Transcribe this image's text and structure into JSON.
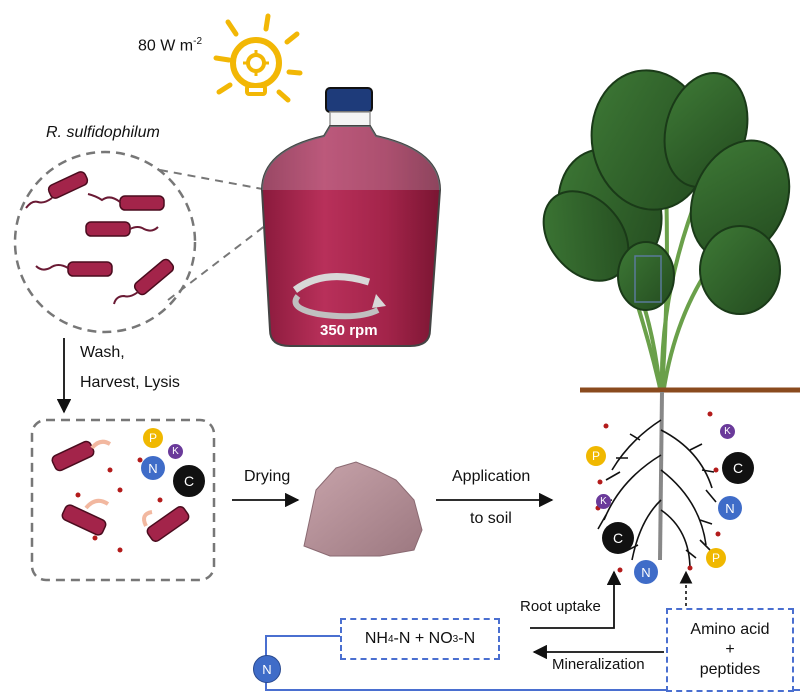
{
  "light": {
    "intensity": "80 W m",
    "intensity_sup": "-2"
  },
  "organism": "R. sulfidophilum",
  "bottle": {
    "speed": "350 rpm"
  },
  "steps": {
    "wash_1": "Wash,",
    "wash_2": "Harvest, Lysis",
    "drying": "Drying",
    "application_1": "Application",
    "application_2": "to soil"
  },
  "nutrients": {
    "p": "P",
    "k": "K",
    "n": "N",
    "c": "C"
  },
  "cycle": {
    "root_uptake": "Root uptake",
    "mineralization": "Mineralization",
    "inorganic_n": {
      "a": "NH",
      "a_sub": "4",
      "b": "-N + NO",
      "b_sub": "3",
      "c": "-N"
    },
    "amino_1": "Amino acid",
    "amino_2": "+",
    "amino_3": "peptides",
    "n_node": "N"
  },
  "colors": {
    "bottle": "#a3244a",
    "cell": "#a3244a",
    "leaf": "#2f5e2a",
    "soil": "#8a4a1e",
    "dash_box": "#4a6fd0",
    "p": "#f0b800",
    "k": "#6a3a9a",
    "n": "#3f6cc8",
    "c": "#111111",
    "powder": "#b28e95"
  }
}
